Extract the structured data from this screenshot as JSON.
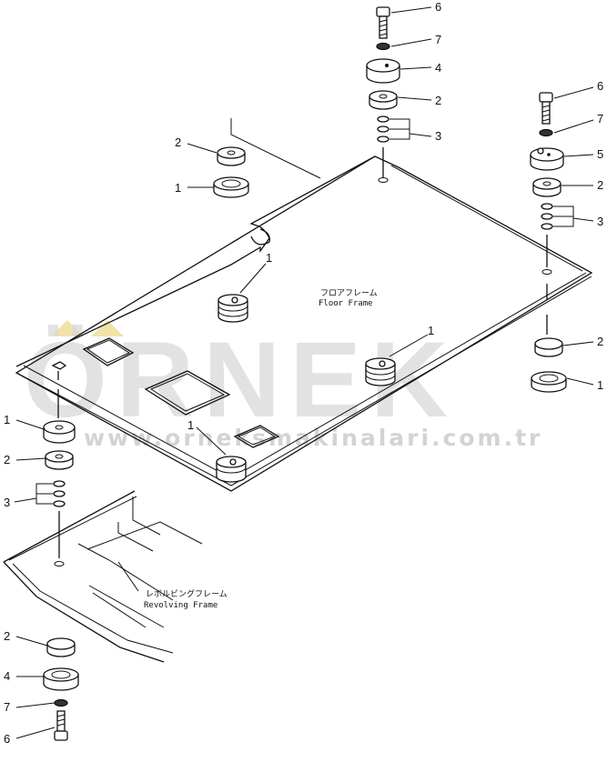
{
  "watermark": {
    "brand": "ÖRNEK",
    "url": "www.orneksmakinalari.com.tr",
    "accent_color": "#f2e2a8"
  },
  "frames": {
    "floor": {
      "jp": "フロアフレーム",
      "en": "Floor  Frame"
    },
    "revolving": {
      "jp": "レボルビングフレーム",
      "en": "Revolving  Frame"
    }
  },
  "callouts": [
    {
      "id": "c-6-top",
      "num": "6"
    },
    {
      "id": "c-7-top",
      "num": "7"
    },
    {
      "id": "c-4-top",
      "num": "4"
    },
    {
      "id": "c-2-top",
      "num": "2"
    },
    {
      "id": "c-3-top",
      "num": "3"
    },
    {
      "id": "c-6-right",
      "num": "6"
    },
    {
      "id": "c-7-right",
      "num": "7"
    },
    {
      "id": "c-5-right",
      "num": "5"
    },
    {
      "id": "c-2-right",
      "num": "2"
    },
    {
      "id": "c-3-right",
      "num": "3"
    },
    {
      "id": "c-2-left-top",
      "num": "2"
    },
    {
      "id": "c-1-left-top",
      "num": "1"
    },
    {
      "id": "c-1-mount-a",
      "num": "1"
    },
    {
      "id": "c-1-mount-b",
      "num": "1"
    },
    {
      "id": "c-2-right-low",
      "num": "2"
    },
    {
      "id": "c-1-right-low",
      "num": "1"
    },
    {
      "id": "c-1-left",
      "num": "1"
    },
    {
      "id": "c-2-left",
      "num": "2"
    },
    {
      "id": "c-3-left",
      "num": "3"
    },
    {
      "id": "c-1-mount-c",
      "num": "1"
    },
    {
      "id": "c-2-bottom",
      "num": "2"
    },
    {
      "id": "c-4-bottom",
      "num": "4"
    },
    {
      "id": "c-7-bottom",
      "num": "7"
    },
    {
      "id": "c-6-bottom",
      "num": "6"
    }
  ]
}
